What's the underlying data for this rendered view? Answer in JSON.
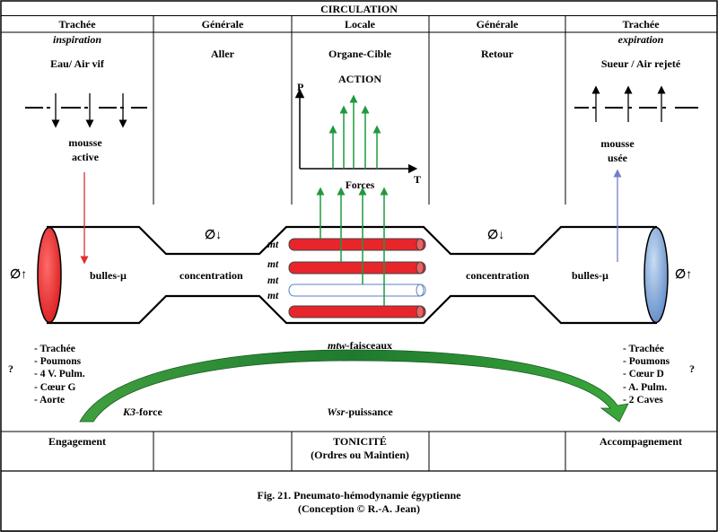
{
  "title": "CIRCULATION",
  "columns": [
    {
      "label": "Trachée",
      "sub": "inspiration",
      "content": "Eau/ Air vif"
    },
    {
      "label": "Générale",
      "content": "Aller"
    },
    {
      "label": "Locale",
      "content": "Organe-Cible"
    },
    {
      "label": "Générale",
      "content": "Retour"
    },
    {
      "label": "Trachée",
      "sub": "expiration",
      "content": "Sueur / Air rejeté"
    }
  ],
  "inset": {
    "title": "ACTION",
    "y_axis": "P",
    "x_axis": "T",
    "caption": "Forces"
  },
  "left": {
    "foam": [
      "mousse",
      "active"
    ],
    "bubbles": "bulles-µ",
    "diameter": "∅↑",
    "question": "?",
    "organs": [
      "- Trachée",
      "- Poumons",
      "- 4 V. Pulm.",
      "- Cœur G",
      "- Aorte"
    ]
  },
  "right": {
    "foam": [
      "mousse",
      "usée"
    ],
    "bubbles": "bulles-µ",
    "diameter": "∅↑",
    "question": "?",
    "organs": [
      "- Trachée",
      "- Poumons",
      "- Cœur D",
      "- A. Pulm.",
      "- 2 Caves"
    ]
  },
  "middle": {
    "diameter_left": "∅↓",
    "diameter_right": "∅↓",
    "concentration_left": "concentration",
    "concentration_right": "concentration",
    "mt_labels": [
      "mt",
      "mt",
      "mt",
      "mt"
    ],
    "bundles_prefix": "mtw",
    "bundles_suffix": "-faisceaux"
  },
  "forces": {
    "k3_prefix": "K3",
    "k3_suffix": "-force",
    "wsr_prefix": "Wsr",
    "wsr_suffix": "-puissance"
  },
  "footer": {
    "left": "Engagement",
    "center_1": "TONICITÉ",
    "center_2": "(Ordres ou Maintien)",
    "right": "Accompagnement"
  },
  "caption": {
    "line1": "Fig. 21. Pneumato-hémodynamie égyptienne",
    "line2": "(Conception © R.-A. Jean)"
  },
  "colors": {
    "red": "#e8252b",
    "green": "#1e9a3e",
    "blue": "#5b7fc2",
    "arrow_red": "#e03030",
    "arrow_blue": "#7080c8"
  }
}
